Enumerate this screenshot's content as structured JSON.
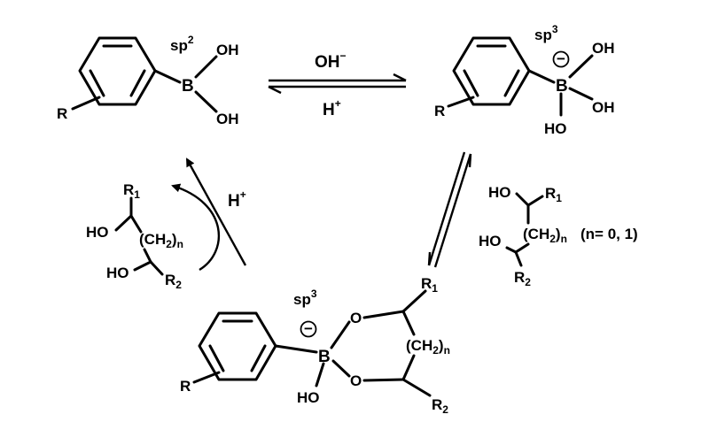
{
  "top_left_molecule": {
    "hybridization": "sp",
    "hybridization_sup": "2",
    "boron": "B",
    "oh_top": "OH",
    "oh_bottom": "OH",
    "substituent": "R"
  },
  "top_right_molecule": {
    "hybridization": "sp",
    "hybridization_sup": "3",
    "charge": "−",
    "boron": "B",
    "oh_top": "OH",
    "oh_right": "OH",
    "oh_bottom": "HO",
    "substituent": "R"
  },
  "equilibrium_top": {
    "reagent_forward": "OH",
    "reagent_forward_sup": "−",
    "reagent_reverse": "H",
    "reagent_reverse_sup": "+"
  },
  "diol_right": {
    "ho_top": "HO",
    "r1": "R",
    "r1_sub": "1",
    "chain_open": "(CH",
    "chain_sub": "2",
    "chain_close": ")",
    "chain_n": "n",
    "ho_bottom": "HO",
    "r2": "R",
    "r2_sub": "2",
    "condition": "(n= 0, 1)"
  },
  "diol_left": {
    "r1": "R",
    "r1_sub": "1",
    "ho_top": "HO",
    "chain_open": "(CH",
    "chain_sub": "2",
    "chain_close": ")",
    "chain_n": "n",
    "ho_bottom": "HO",
    "r2": "R",
    "r2_sub": "2"
  },
  "release_reagent": {
    "symbol": "H",
    "sup": "+"
  },
  "boronate_ester": {
    "hybridization": "sp",
    "hybridization_sup": "3",
    "charge": "−",
    "boron": "B",
    "o_top": "O",
    "o_bottom": "O",
    "oh": "HO",
    "r1": "R",
    "r1_sub": "1",
    "chain_open": "(CH",
    "chain_sub": "2",
    "chain_close": ")",
    "chain_n": "n",
    "r2": "R",
    "r2_sub": "2",
    "substituent": "R"
  }
}
